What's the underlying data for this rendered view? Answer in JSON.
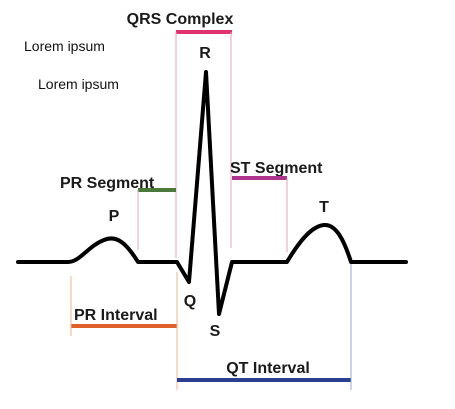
{
  "filler_text": [
    "Lorem ipsum",
    "Lorem ipsum"
  ],
  "waves": {
    "p": "P",
    "q": "Q",
    "r": "R",
    "s": "S",
    "t": "T"
  },
  "intervals": {
    "qrs_complex": "QRS Complex",
    "pr_segment": "PR Segment",
    "st_segment": "ST Segment",
    "pr_interval": "PR Interval",
    "qt_interval": "QT Interval"
  },
  "colors": {
    "trace": "#000000",
    "qrs_complex": "#e0336b",
    "pr_segment": "#4a7a3a",
    "st_segment": "#b0338f",
    "pr_interval": "#e0602a",
    "qt_interval": "#2a3f8f",
    "marker_pink": "#e8a0b8",
    "marker_orange": "#f0b090",
    "marker_blue": "#9aa6d0"
  }
}
